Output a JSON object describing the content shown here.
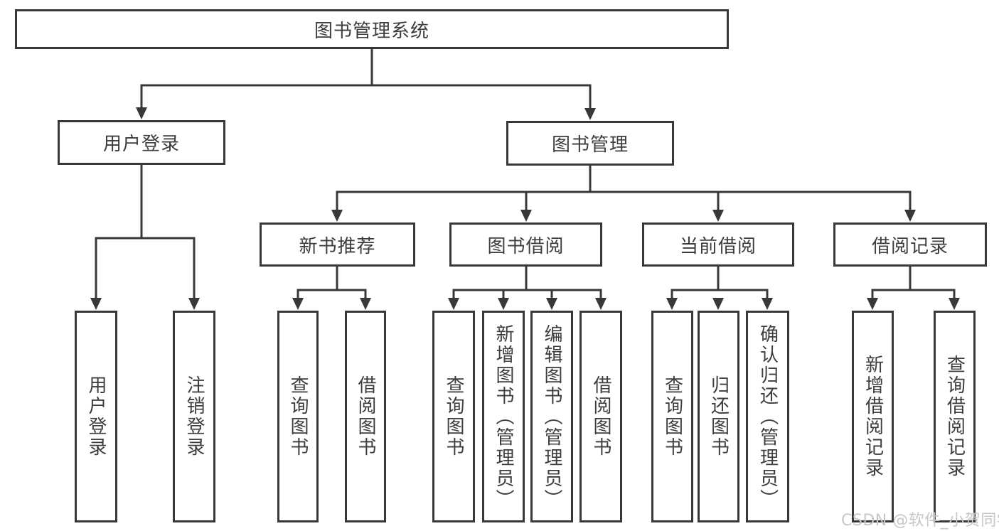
{
  "colors": {
    "line": "#383838",
    "box_border": "#383838",
    "text": "#3d3d3d",
    "watermark": "#c9c6c6",
    "background": "#ffffff"
  },
  "tree": {
    "root": {
      "label": "图书管理系统",
      "children": [
        {
          "label": "用户登录",
          "children": [
            {
              "label": "用户登录"
            },
            {
              "label": "注销登录"
            }
          ]
        },
        {
          "label": "图书管理",
          "children": [
            {
              "label": "新书推荐",
              "children": [
                {
                  "label": "查询图书"
                },
                {
                  "label": "借阅图书"
                }
              ]
            },
            {
              "label": "图书借阅",
              "children": [
                {
                  "label": "查询图书"
                },
                {
                  "label": "新增图书（管理员）"
                },
                {
                  "label": "编辑图书（管理员）"
                },
                {
                  "label": "借阅图书"
                }
              ]
            },
            {
              "label": "当前借阅",
              "children": [
                {
                  "label": "查询图书"
                },
                {
                  "label": "归还图书"
                },
                {
                  "label": "确认归还（管理员）"
                }
              ]
            },
            {
              "label": "借阅记录",
              "children": [
                {
                  "label": "新增借阅记录"
                },
                {
                  "label": "查询借阅记录"
                }
              ]
            }
          ]
        }
      ]
    }
  },
  "watermark": "CSDN @软件_小贺同学"
}
